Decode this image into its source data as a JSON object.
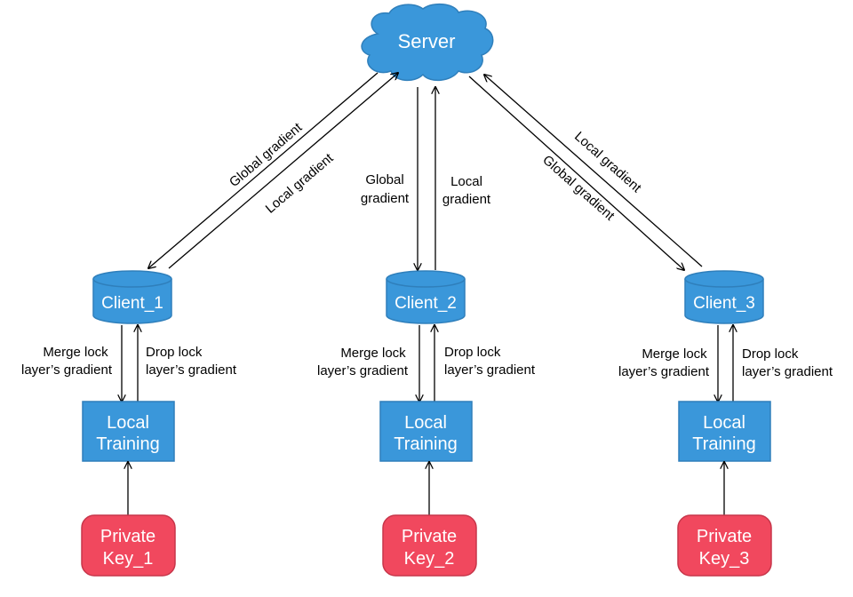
{
  "colors": {
    "node_fill": "#3a97da",
    "node_stroke": "#2f7fbb",
    "key_fill": "#f1485e",
    "key_stroke": "#c7364a",
    "line": "#000000",
    "text_on_node": "#ffffff"
  },
  "server": {
    "label": "Server"
  },
  "clients": [
    {
      "name": "Client_1",
      "training_lines": [
        "Local",
        "Training"
      ],
      "key_lines": [
        "Private",
        "Key_1"
      ],
      "merge_lines": [
        "Merge lock",
        "layer’s gradient"
      ],
      "drop_lines": [
        "Drop lock",
        "layer’s gradient"
      ]
    },
    {
      "name": "Client_2",
      "training_lines": [
        "Local",
        "Training"
      ],
      "key_lines": [
        "Private",
        "Key_2"
      ],
      "merge_lines": [
        "Merge lock",
        "layer’s gradient"
      ],
      "drop_lines": [
        "Drop lock",
        "layer’s gradient"
      ]
    },
    {
      "name": "Client_3",
      "training_lines": [
        "Local",
        "Training"
      ],
      "key_lines": [
        "Private",
        "Key_3"
      ],
      "merge_lines": [
        "Merge lock",
        "layer’s gradient"
      ],
      "drop_lines": [
        "Drop lock",
        "layer’s gradient"
      ]
    }
  ],
  "edges": {
    "left_global": "Global gradient",
    "left_local": "Local gradient",
    "mid_global_lines": [
      "Global",
      "gradient"
    ],
    "mid_local_lines": [
      "Local",
      "gradient"
    ],
    "right_local": "Local gradient",
    "right_global": "Global gradient"
  }
}
